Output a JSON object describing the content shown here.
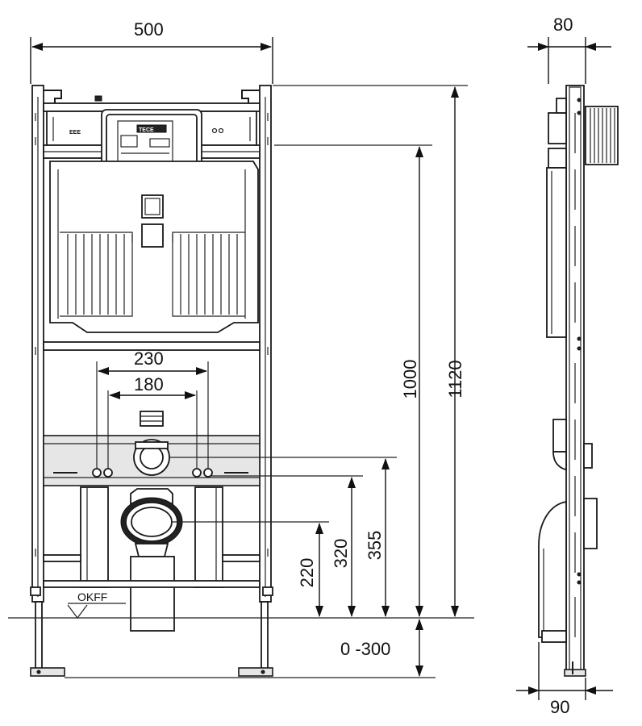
{
  "dimensions": {
    "width_total": "500",
    "depth_top": "80",
    "depth_bottom": "90",
    "flush_spacing_outer": "230",
    "flush_spacing_inner": "180",
    "height_total": "1120",
    "height_frame": "1000",
    "height_355": "355",
    "height_320": "320",
    "height_220": "220",
    "leg_adjust": "0 -300"
  },
  "floor_label": "OKFF",
  "brand_mark": "TECE"
}
